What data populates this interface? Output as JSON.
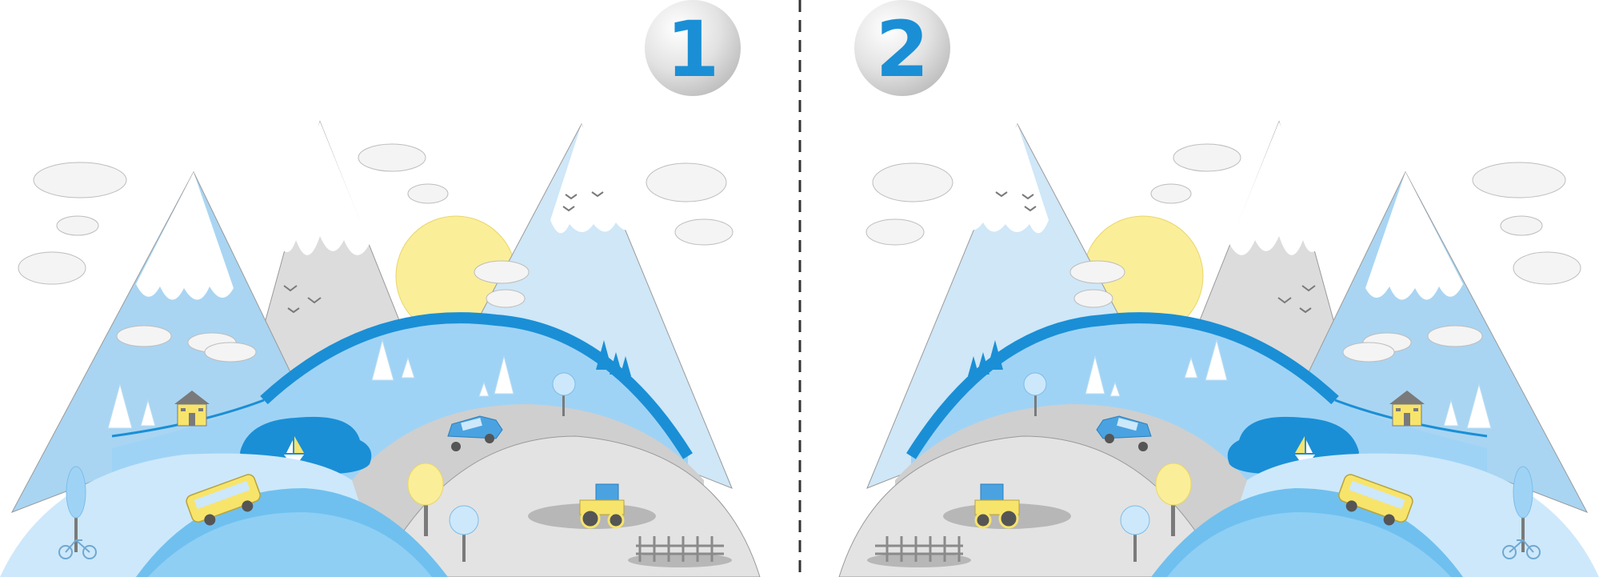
{
  "panels": [
    {
      "id": "left",
      "number": "1"
    },
    {
      "id": "right",
      "number": "2"
    }
  ],
  "colors": {
    "sky": "#ffffff",
    "mountain_light": "#cfe7f7",
    "mountain_mid": "#a9d5f2",
    "mountain_grey": "#dcdcdc",
    "snow": "#ffffff",
    "sun": "#fbee99",
    "hill_blue": "#9fd3f5",
    "hill_dark": "#1a8fd6",
    "lake": "#1a8fd6",
    "road_grey": "#d4d4d4",
    "number_blue": "#1a8fd6",
    "badge_grey": "#cfcfcf",
    "vehicle_yellow": "#f7e46b",
    "vehicle_blue": "#4aa3e0"
  },
  "icons": [
    "number-badge-icon",
    "cloud-icon",
    "bird-icon",
    "tree-icon",
    "house-icon",
    "boat-icon",
    "car-icon",
    "bus-icon",
    "tractor-icon",
    "fence-icon",
    "bicycle-icon"
  ]
}
